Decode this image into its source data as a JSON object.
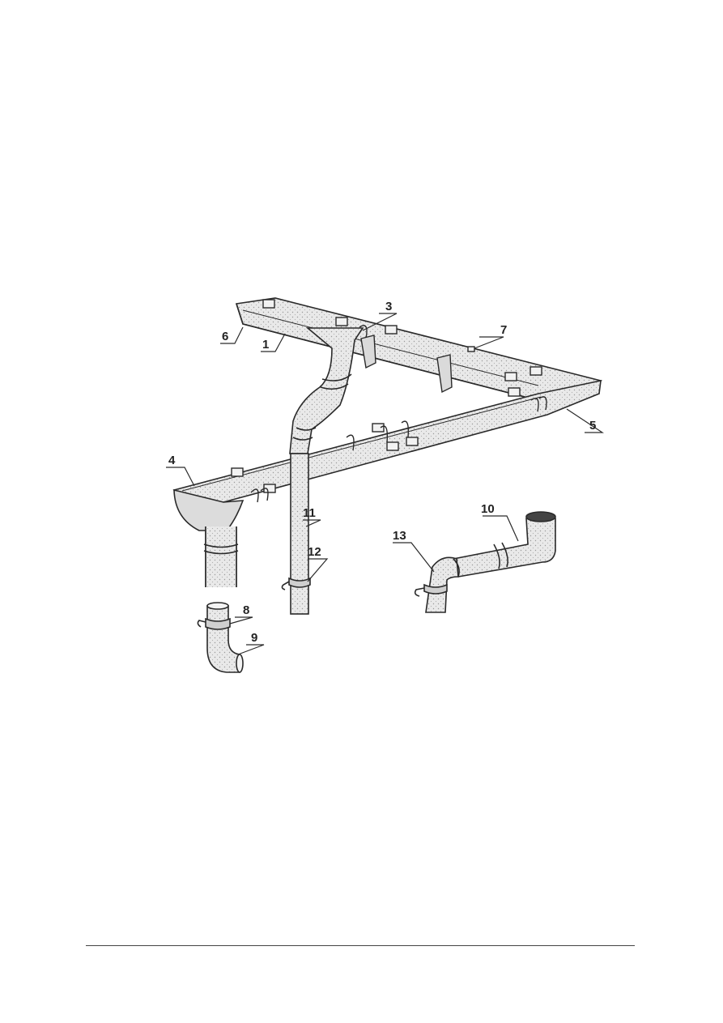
{
  "colors": {
    "ink": "#2a2a2a",
    "fill_light": "#e6e6e6",
    "fill_mid": "#cfcfcf",
    "paper": "#ffffff"
  },
  "callouts": {
    "c1": "1",
    "c3": "3",
    "c4": "4",
    "c5": "5",
    "c6": "6",
    "c7": "7",
    "c8": "8",
    "c9": "9",
    "c10": "10",
    "c11": "11",
    "c12": "12",
    "c13": "13"
  }
}
